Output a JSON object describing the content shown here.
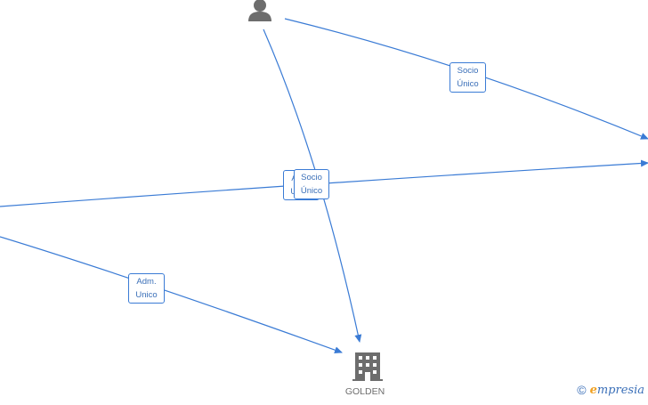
{
  "edges": [
    {
      "id": "e1",
      "label_line1": "Socio",
      "label_line2": "Único"
    },
    {
      "id": "e2",
      "label_line1": "Adm.",
      "label_line2": "Unico"
    },
    {
      "id": "e3",
      "label_line1": "Socio",
      "label_line2": "Único"
    },
    {
      "id": "e4",
      "label_line1": "Adm.",
      "label_line2": "Unico"
    }
  ],
  "nodes": {
    "company": {
      "label": "GOLDEN",
      "icon": "building-icon"
    },
    "person": {
      "icon": "person-icon"
    }
  },
  "watermark": {
    "symbol": "©",
    "brand_initial": "e",
    "brand_rest": "mpresia"
  },
  "colors": {
    "edge": "#3a7bd5",
    "icon": "#6d6d6d",
    "label_text": "#3a6fb8"
  }
}
